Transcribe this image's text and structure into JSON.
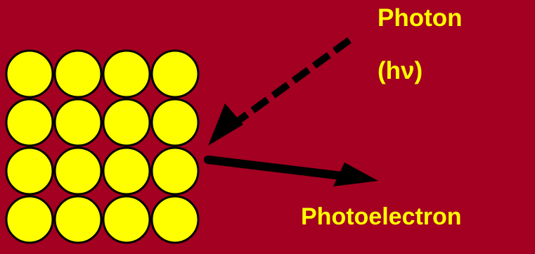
{
  "colors": {
    "background": "#A30022",
    "atom_fill": "#FFFF00",
    "atom_stroke": "#000000",
    "arrow": "#000000",
    "label_text": "#FFFF00"
  },
  "labels": {
    "photon": "Photon",
    "photon_symbol": "(hν)",
    "photoelectron": "Photoelectron"
  },
  "lattice": {
    "rows": 4,
    "cols": 4
  },
  "arrows": [
    {
      "name": "incoming-photon-arrow",
      "style": "dashed",
      "direction": "toward-surface"
    },
    {
      "name": "outgoing-photoelectron-arrow",
      "style": "solid",
      "direction": "away-from-surface"
    }
  ]
}
